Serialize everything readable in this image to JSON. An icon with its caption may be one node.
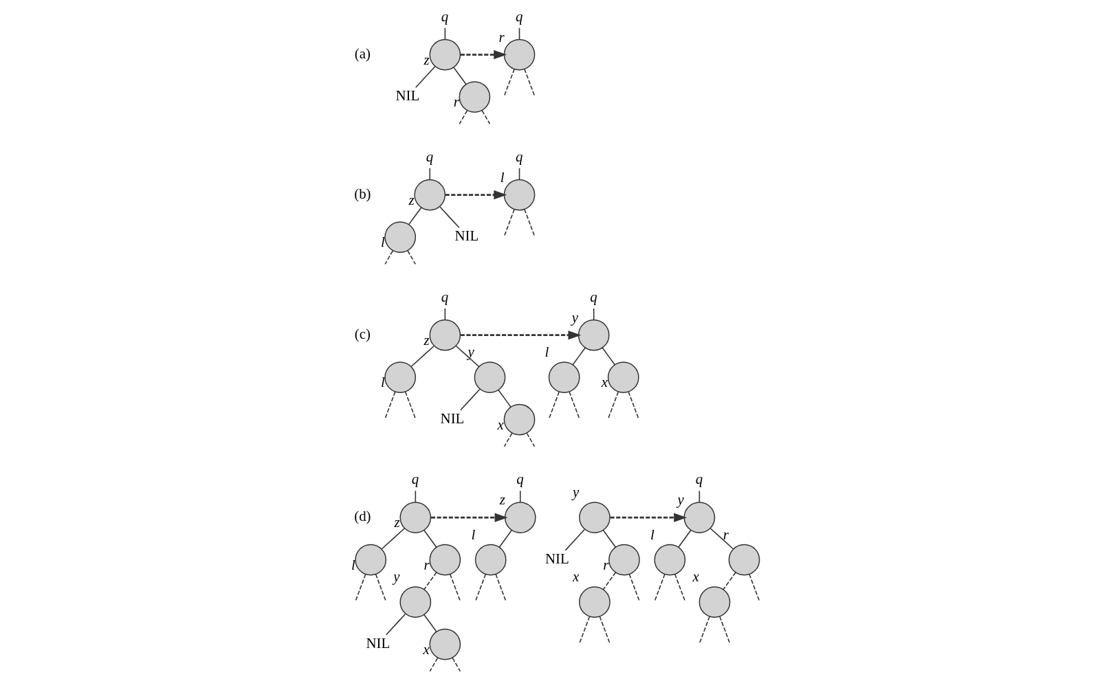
{
  "diagram": {
    "nodes": [
      {
        "text": [
          "q"
        ]
      },
      {
        "text": [],
        "shape": "circle",
        "beside": [
          "z"
        ]
      },
      {
        "text": [
          "NIL"
        ]
      },
      {
        "text": [],
        "shape": "circle",
        "beside": [
          "r"
        ]
      },
      {
        "text": [
          "q"
        ]
      },
      {
        "text": [],
        "shape": "circle",
        "beside": [
          "r"
        ]
      },
      {
        "text": [
          "q"
        ]
      },
      {
        "text": [],
        "shape": "circle",
        "beside": [
          "z"
        ]
      },
      {
        "text": [],
        "shape": "circle",
        "beside": [
          "l"
        ]
      },
      {
        "text": [
          "NIL"
        ]
      },
      {
        "text": [
          "q"
        ]
      },
      {
        "text": [],
        "shape": "circle",
        "beside": [
          "l"
        ]
      },
      {
        "text": [
          "q"
        ]
      },
      {
        "text": [],
        "shape": "circle",
        "beside": [
          "z"
        ]
      },
      {
        "text": [],
        "shape": "circle",
        "beside": [
          "l"
        ]
      },
      {
        "text": [],
        "shape": "circle",
        "beside": [
          "y"
        ]
      },
      {
        "text": [
          "NIL"
        ]
      },
      {
        "text": [],
        "shape": "circle",
        "beside": [
          "x"
        ]
      },
      {
        "text": [
          "q"
        ]
      },
      {
        "text": [],
        "shape": "circle",
        "beside": [
          "y"
        ]
      },
      {
        "text": [],
        "shape": "circle",
        "beside": [
          "l"
        ]
      },
      {
        "text": [],
        "shape": "circle",
        "beside": [
          "x"
        ]
      },
      {
        "text": [
          "q"
        ]
      },
      {
        "text": [],
        "shape": "circle",
        "beside": [
          "z"
        ]
      },
      {
        "text": [],
        "shape": "circle",
        "beside": [
          "l"
        ]
      },
      {
        "text": [],
        "shape": "circle",
        "beside": [
          "r"
        ]
      },
      {
        "text": [],
        "shape": "circle",
        "beside": [
          "y"
        ]
      },
      {
        "text": [
          "NIL"
        ]
      },
      {
        "text": [],
        "shape": "circle",
        "beside": [
          "x"
        ]
      },
      {
        "text": [
          "q"
        ]
      },
      {
        "text": [],
        "shape": "circle",
        "beside": [
          "z"
        ]
      },
      {
        "text": [],
        "shape": "circle",
        "beside": [
          "l"
        ]
      },
      {
        "text": [],
        "shape": "circle",
        "beside": [
          "y"
        ]
      },
      {
        "text": [
          "NIL"
        ]
      },
      {
        "text": [],
        "shape": "circle",
        "beside": [
          "r"
        ]
      },
      {
        "text": [],
        "shape": "circle",
        "beside": [
          "x"
        ]
      },
      {
        "text": [
          "q"
        ]
      },
      {
        "text": [],
        "shape": "circle",
        "beside": [
          "y"
        ]
      },
      {
        "text": [],
        "shape": "circle",
        "beside": [
          "l"
        ]
      },
      {
        "text": [],
        "shape": "circle",
        "beside": [
          "r"
        ]
      },
      {
        "text": [],
        "shape": "circle",
        "beside": [
          "x"
        ]
      }
    ],
    "edges": [
      {
        "from": 0,
        "to": 1,
        "arrow": "none"
      },
      {
        "from": 1,
        "to": 2,
        "arrow": "none"
      },
      {
        "from": 1,
        "to": 3,
        "arrow": "none"
      },
      {
        "from": 3,
        "to": null,
        "arrow": "none",
        "style": "dashed"
      },
      {
        "from": 3,
        "to": null,
        "arrow": "none",
        "style": "dashed"
      },
      {
        "from": 1,
        "to": 5,
        "arrow": "to",
        "style": "dashed"
      },
      {
        "from": 4,
        "to": 5,
        "arrow": "none"
      },
      {
        "from": 5,
        "to": null,
        "arrow": "none",
        "style": "dashed"
      },
      {
        "from": 5,
        "to": null,
        "arrow": "none",
        "style": "dashed"
      },
      {
        "from": 6,
        "to": 7,
        "arrow": "none"
      },
      {
        "from": 7,
        "to": 8,
        "arrow": "none"
      },
      {
        "from": 7,
        "to": 9,
        "arrow": "none"
      },
      {
        "from": 8,
        "to": null,
        "arrow": "none",
        "style": "dashed"
      },
      {
        "from": 8,
        "to": null,
        "arrow": "none",
        "style": "dashed"
      },
      {
        "from": 7,
        "to": 11,
        "arrow": "to",
        "style": "dashed"
      },
      {
        "from": 10,
        "to": 11,
        "arrow": "none"
      },
      {
        "from": 11,
        "to": null,
        "arrow": "none",
        "style": "dashed"
      },
      {
        "from": 11,
        "to": null,
        "arrow": "none",
        "style": "dashed"
      },
      {
        "from": 12,
        "to": 13,
        "arrow": "none"
      },
      {
        "from": 13,
        "to": 14,
        "arrow": "none"
      },
      {
        "from": 13,
        "to": 15,
        "arrow": "none"
      },
      {
        "from": 14,
        "to": null,
        "arrow": "none",
        "style": "dashed"
      },
      {
        "from": 14,
        "to": null,
        "arrow": "none",
        "style": "dashed"
      },
      {
        "from": 15,
        "to": 16,
        "arrow": "none"
      },
      {
        "from": 15,
        "to": 17,
        "arrow": "none"
      },
      {
        "from": 17,
        "to": null,
        "arrow": "none",
        "style": "dashed"
      },
      {
        "from": 17,
        "to": null,
        "arrow": "none",
        "style": "dashed"
      },
      {
        "from": 13,
        "to": 19,
        "arrow": "to",
        "style": "dashed"
      },
      {
        "from": 18,
        "to": 19,
        "arrow": "none"
      },
      {
        "from": 19,
        "to": 20,
        "arrow": "none"
      },
      {
        "from": 19,
        "to": 21,
        "arrow": "none"
      },
      {
        "from": 20,
        "to": null,
        "arrow": "none",
        "style": "dashed"
      },
      {
        "from": 20,
        "to": null,
        "arrow": "none",
        "style": "dashed"
      },
      {
        "from": 21,
        "to": null,
        "arrow": "none",
        "style": "dashed"
      },
      {
        "from": 21,
        "to": null,
        "arrow": "none",
        "style": "dashed"
      },
      {
        "from": 22,
        "to": 23,
        "arrow": "none"
      },
      {
        "from": 23,
        "to": 24,
        "arrow": "none"
      },
      {
        "from": 23,
        "to": 25,
        "arrow": "none"
      },
      {
        "from": 24,
        "to": null,
        "arrow": "none",
        "style": "dashed"
      },
      {
        "from": 24,
        "to": null,
        "arrow": "none",
        "style": "dashed"
      },
      {
        "from": 25,
        "to": 26,
        "arrow": "none",
        "style": "dashed"
      },
      {
        "from": 25,
        "to": null,
        "arrow": "none",
        "style": "dashed"
      },
      {
        "from": 26,
        "to": 27,
        "arrow": "none"
      },
      {
        "from": 26,
        "to": 28,
        "arrow": "none"
      },
      {
        "from": 28,
        "to": null,
        "arrow": "none",
        "style": "dashed"
      },
      {
        "from": 28,
        "to": null,
        "arrow": "none",
        "style": "dashed"
      },
      {
        "from": 23,
        "to": 30,
        "arrow": "to",
        "style": "dashed"
      },
      {
        "from": 29,
        "to": 30,
        "arrow": "none"
      },
      {
        "from": 30,
        "to": 31,
        "arrow": "none"
      },
      {
        "from": 31,
        "to": null,
        "arrow": "none",
        "style": "dashed"
      },
      {
        "from": 31,
        "to": null,
        "arrow": "none",
        "style": "dashed"
      },
      {
        "from": 32,
        "to": 33,
        "arrow": "none"
      },
      {
        "from": 32,
        "to": 34,
        "arrow": "none"
      },
      {
        "from": 34,
        "to": 35,
        "arrow": "none",
        "style": "dashed"
      },
      {
        "from": 34,
        "to": null,
        "arrow": "none",
        "style": "dashed"
      },
      {
        "from": 35,
        "to": null,
        "arrow": "none",
        "style": "dashed"
      },
      {
        "from": 35,
        "to": null,
        "arrow": "none",
        "style": "dashed"
      },
      {
        "from": 32,
        "to": 37,
        "arrow": "to",
        "style": "dashed"
      },
      {
        "from": 36,
        "to": 37,
        "arrow": "none"
      },
      {
        "from": 37,
        "to": 38,
        "arrow": "none"
      },
      {
        "from": 37,
        "to": 39,
        "arrow": "none"
      },
      {
        "from": 38,
        "to": null,
        "arrow": "none",
        "style": "dashed"
      },
      {
        "from": 38,
        "to": null,
        "arrow": "none",
        "style": "dashed"
      },
      {
        "from": 39,
        "to": 40,
        "arrow": "none",
        "style": "dashed"
      },
      {
        "from": 39,
        "to": null,
        "arrow": "none",
        "style": "dashed"
      },
      {
        "from": 40,
        "to": null,
        "arrow": "none",
        "style": "dashed"
      },
      {
        "from": 40,
        "to": null,
        "arrow": "none",
        "style": "dashed"
      }
    ],
    "labels": [
      "(a)",
      "(b)",
      "(c)",
      "(d)"
    ]
  }
}
